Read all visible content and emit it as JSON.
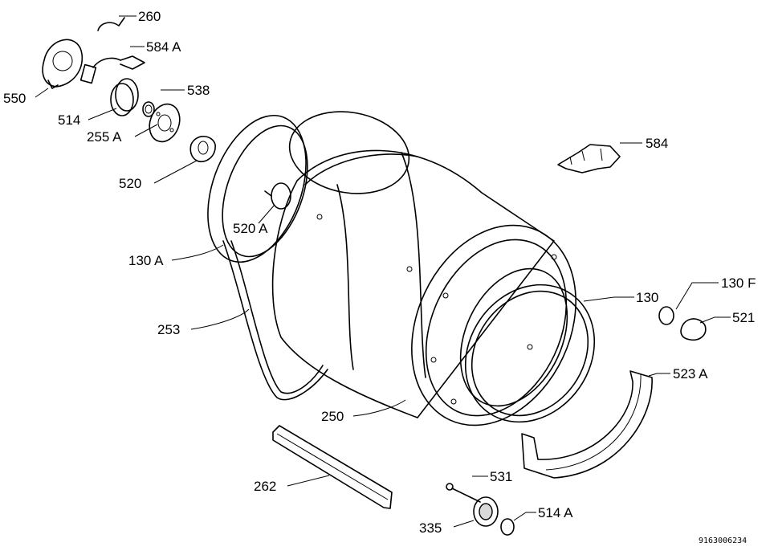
{
  "labels": {
    "l260": "260",
    "l584a": "584 A",
    "l550": "550",
    "l538": "538",
    "l514": "514",
    "l255a": "255 A",
    "l520": "520",
    "l520a": "520 A",
    "l584": "584",
    "l130a": "130 A",
    "l130": "130",
    "l130f": "130 F",
    "l521": "521",
    "l253": "253",
    "l523a": "523 A",
    "l250": "250",
    "l531": "531",
    "l262": "262",
    "l335": "335",
    "l514a": "514 A"
  },
  "drawing_code": "9163006234"
}
